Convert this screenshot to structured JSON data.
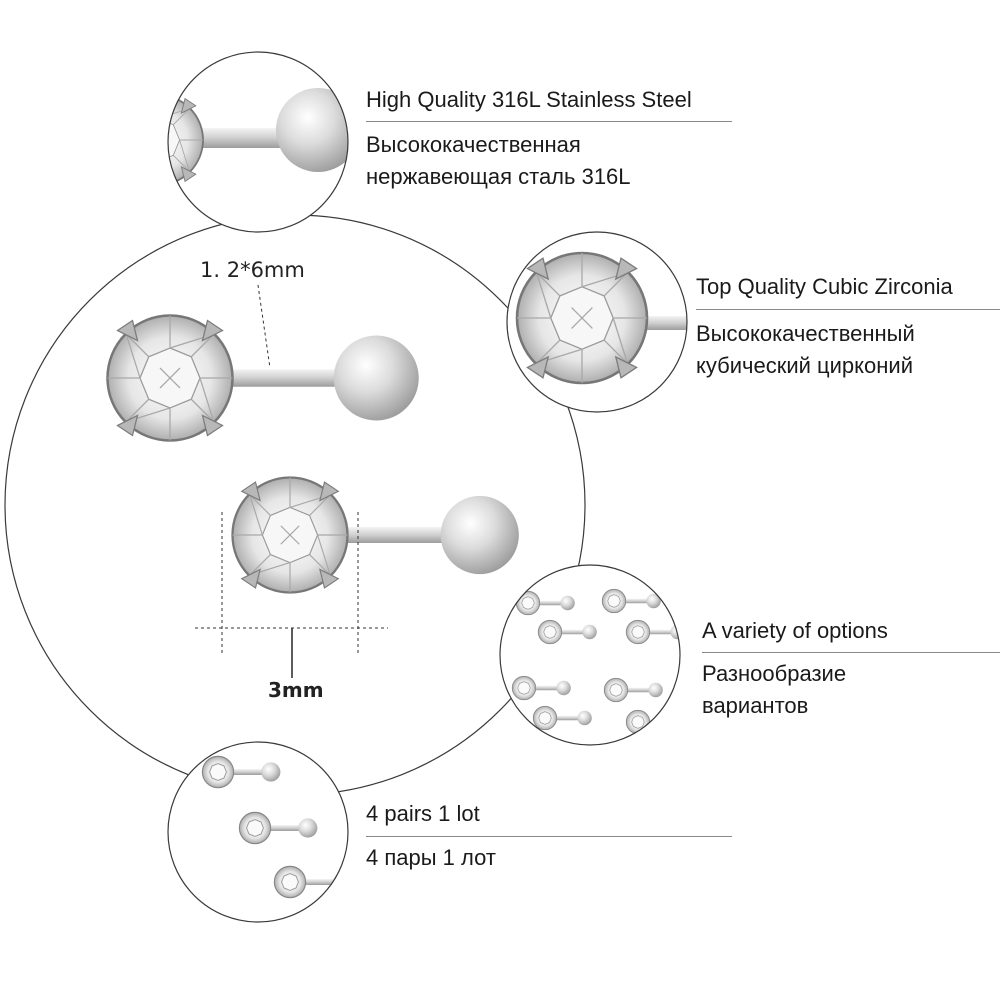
{
  "colors": {
    "background": "#ffffff",
    "text": "#1a1a1a",
    "circle_stroke": "#3a3a3a",
    "divider": "#8a8a8a",
    "steel": "#c8c8c8",
    "gem": "#e4e4e4"
  },
  "dimensions": {
    "bar_label": "1. 2*6mm",
    "gem_label": "3mm"
  },
  "features": [
    {
      "id": "steel",
      "title": "High Quality 316L Stainless Steel",
      "subtitle": "Высококачественная нержавеющая сталь 316L",
      "icon": "barbell-ball-detail-icon"
    },
    {
      "id": "zirconia",
      "title": "Top Quality Cubic Zirconia",
      "subtitle": "Высококачественный кубический цирконий",
      "icon": "cubic-zirconia-gem-icon"
    },
    {
      "id": "options",
      "title": "A variety of options",
      "subtitle": "Разнообразие вариантов",
      "icon": "earring-variety-grid-icon"
    },
    {
      "id": "pairs",
      "title": "4 pairs 1 lot",
      "subtitle": "4 пары 1 лот",
      "icon": "earring-pairs-stack-icon"
    }
  ]
}
